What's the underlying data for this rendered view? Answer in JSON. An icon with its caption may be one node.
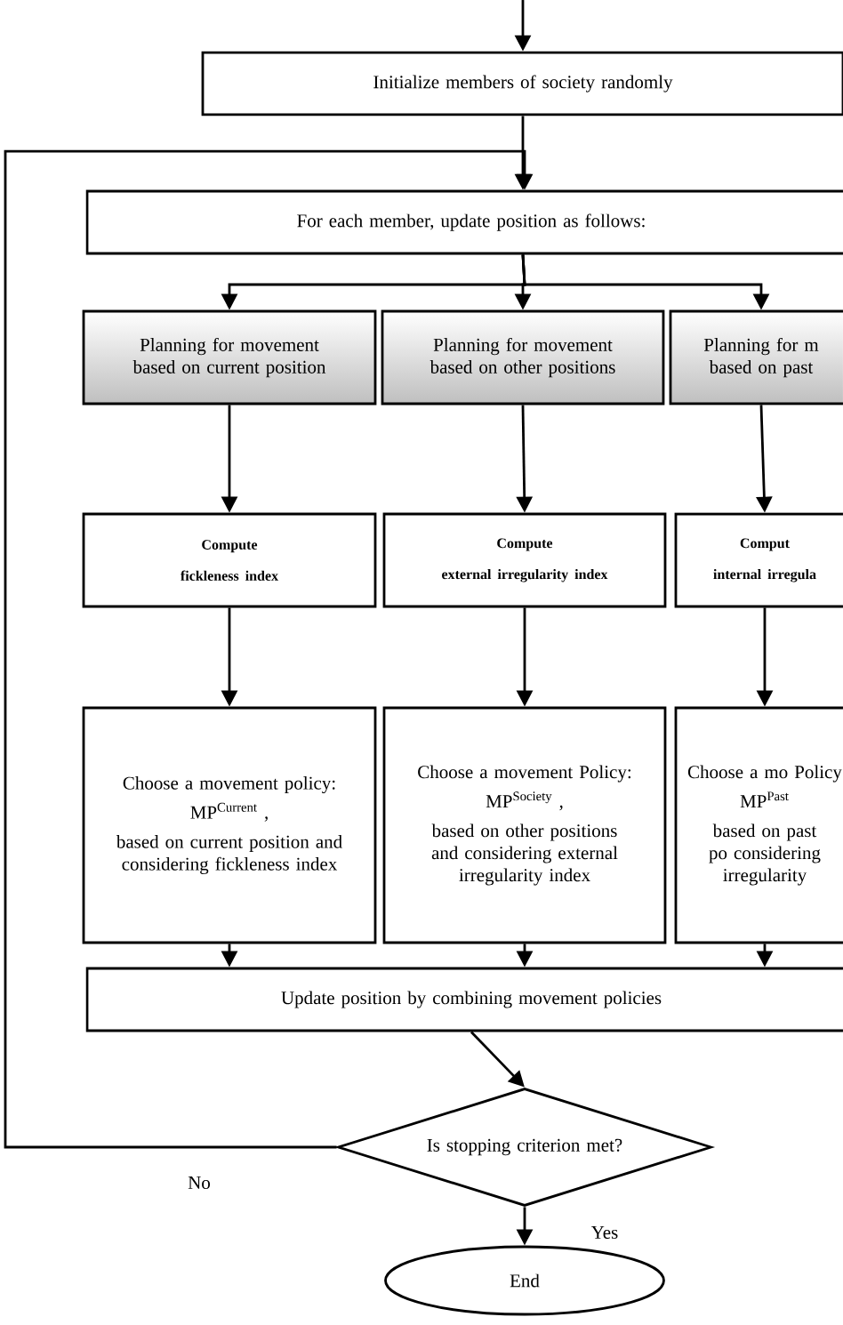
{
  "diagram": {
    "nodes": [
      {
        "text": [
          "Initialize members of society randomly"
        ]
      },
      {
        "text": [
          "For each member, update position as follows:"
        ]
      },
      {
        "text": [
          "Planning for movement based on current position"
        ]
      },
      {
        "text": [
          "Planning for movement based on other positions"
        ]
      },
      {
        "text": [
          "Planning for m based on past"
        ]
      },
      {
        "text": [
          "Compute",
          "fickleness index"
        ]
      },
      {
        "text": [
          "Compute",
          "external irregularity index"
        ]
      },
      {
        "text": [
          "Comput",
          "internal irregula"
        ]
      },
      {
        "text": [
          "Choose a movement policy:",
          "MP$^{Current}$ ,",
          "based on current position and considering fickleness index"
        ]
      },
      {
        "text": [
          "Choose a movement Policy:",
          "MP$^{Society}$ ,",
          "based on other positions and considering external irregularity index"
        ]
      },
      {
        "text": [
          "Choose a mo Policy",
          "MP$^{Past}$",
          "based on past po considering irregularity"
        ]
      },
      {
        "text": [
          "Update position by combining movement policies"
        ]
      },
      {
        "text": [
          "Is stopping criterion met?"
        ]
      },
      {
        "text": [
          "End"
        ]
      }
    ],
    "edges": [
      {
        "from": null,
        "to": 0,
        "arrow": "to"
      },
      {
        "from": 0,
        "to": 1,
        "arrow": "to"
      },
      {
        "from": 1,
        "to": 2,
        "arrow": "to"
      },
      {
        "from": 1,
        "to": 3,
        "arrow": "to"
      },
      {
        "from": 1,
        "to": 4,
        "arrow": "to"
      },
      {
        "from": 2,
        "to": 5,
        "arrow": "to"
      },
      {
        "from": 3,
        "to": 6,
        "arrow": "to"
      },
      {
        "from": 4,
        "to": 7,
        "arrow": "to"
      },
      {
        "from": 5,
        "to": 8,
        "arrow": "to"
      },
      {
        "from": 6,
        "to": 9,
        "arrow": "to"
      },
      {
        "from": 7,
        "to": 10,
        "arrow": "to"
      },
      {
        "from": 8,
        "to": 11,
        "arrow": "to"
      },
      {
        "from": 9,
        "to": 11,
        "arrow": "to"
      },
      {
        "from": 10,
        "to": 11,
        "arrow": "to"
      },
      {
        "from": 11,
        "to": 12,
        "arrow": "to"
      },
      {
        "from": 12,
        "to": 1,
        "arrow": "to",
        "label": "No"
      },
      {
        "from": 12,
        "to": 13,
        "arrow": "to",
        "label": "Yes"
      }
    ]
  }
}
